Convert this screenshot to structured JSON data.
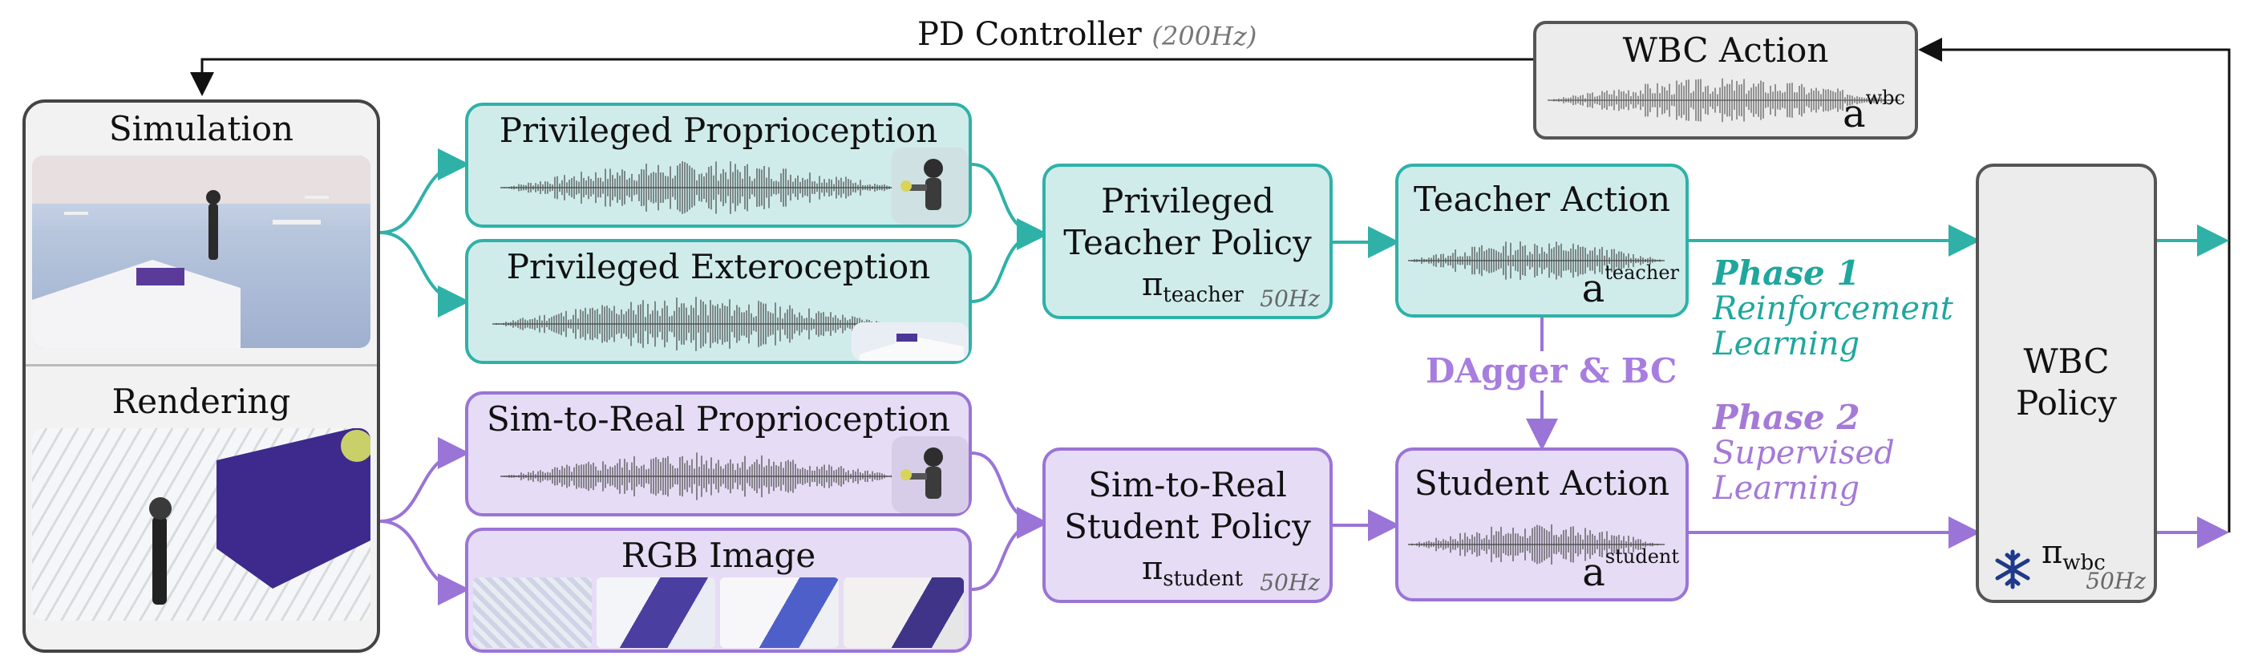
{
  "feedback": {
    "title": "PD Controller",
    "rate": "(200Hz)"
  },
  "wbc_action": {
    "title": "WBC Action",
    "symbol": "a",
    "superscript": "wbc"
  },
  "environment": {
    "simulation_title": "Simulation",
    "rendering_title": "Rendering"
  },
  "inputs": {
    "privileged_proprio": "Privileged Proprioception",
    "privileged_extero": "Privileged Exteroception",
    "s2r_proprio": "Sim-to-Real Proprioception",
    "rgb_image": "RGB Image"
  },
  "teacher_policy": {
    "line1": "Privileged",
    "line2": "Teacher Policy",
    "symbol": "π",
    "subscript": "teacher",
    "rate": "50Hz"
  },
  "student_policy": {
    "line1": "Sim-to-Real",
    "line2": "Student Policy",
    "symbol": "π",
    "subscript": "student",
    "rate": "50Hz"
  },
  "teacher_action": {
    "title": "Teacher Action",
    "symbol": "a",
    "superscript": "teacher"
  },
  "student_action": {
    "title": "Student Action",
    "symbol": "a",
    "superscript": "student"
  },
  "distill_label": "DAgger & BC",
  "phase1": {
    "title": "Phase 1",
    "line1": "Reinforcement",
    "line2": "Learning"
  },
  "phase2": {
    "title": "Phase 2",
    "line1": "Supervised",
    "line2": "Learning"
  },
  "wbc_policy": {
    "line1": "WBC",
    "line2": "Policy",
    "symbol": "π",
    "subscript": "wbc",
    "rate": "50Hz",
    "frozen_icon": "snowflake-icon"
  },
  "colors": {
    "teal": "#2fb1a8",
    "purple": "#9a74d6",
    "teal_fill": "#cfeceb",
    "purple_fill": "#e6dcf5",
    "phase1_text": "#1fa79d",
    "phase2_text": "#a57ad6",
    "snowflake": "#1e3a8a"
  }
}
